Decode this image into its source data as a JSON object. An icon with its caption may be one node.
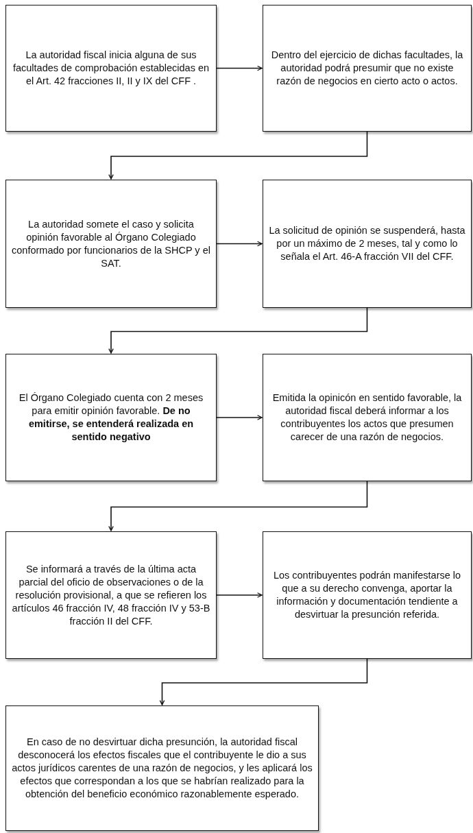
{
  "diagram": {
    "nodes": [
      {
        "text": [
          "La autoridad fiscal inicia alguna de sus facultades de comprobación establecidas en el Art. 42 fracciones II, II y IX del CFF ."
        ]
      },
      {
        "text": [
          "Dentro del ejercicio de dichas facultades, la autoridad podrá presumir que no existe razón de negocios en cierto acto o actos."
        ]
      },
      {
        "text": [
          "La autoridad somete el caso y solicita opinión favorable al Órgano Colegiado conformado por funcionarios de la SHCP y el SAT."
        ]
      },
      {
        "text": [
          "La solicitud de opinión se suspenderá, hasta por un máximo de 2 meses, tal y como lo señala el Art. 46-A fracción VII del CFF."
        ]
      },
      {
        "text": [
          "El Órgano Colegiado cuenta con 2 meses para emitir opinión favorable. **De no emitirse, se entenderá realizada en sentido negativo**"
        ]
      },
      {
        "text": [
          "Emitida la opinicón en sentido favorable, la autoridad fiscal deberá informar a los contribuyentes los actos que presumen carecer de una razón de negocios."
        ]
      },
      {
        "text": [
          "Se informará a través de la última acta parcial del oficio de observaciones o de la resolución provisional, a que se refieren los artículos 46 fracción IV, 48 fracción IV y 53-B fracción II del CFF."
        ]
      },
      {
        "text": [
          "Los contribuyentes podrán manifestarse lo que a su derecho convenga, aportar la información y documentación tendiente a desvirtuar la presunción referida."
        ]
      },
      {
        "text": [
          "En caso de no desvirtuar dicha presunción, la autoridad fiscal desconocerá los efectos fiscales que el contribuyente le dio a sus actos jurídicos carentes de una razón de negocios, y les aplicará los efectos que correspondan a los que se habrían realizado para la obtención del beneficio económico razonablemente esperado."
        ]
      }
    ],
    "edges": [
      {
        "from": 0,
        "to": 1,
        "arrow": "to"
      },
      {
        "from": 1,
        "to": 2,
        "arrow": "to"
      },
      {
        "from": 2,
        "to": 3,
        "arrow": "to"
      },
      {
        "from": 3,
        "to": 4,
        "arrow": "to"
      },
      {
        "from": 4,
        "to": 5,
        "arrow": "to"
      },
      {
        "from": 5,
        "to": 6,
        "arrow": "to"
      },
      {
        "from": 6,
        "to": 7,
        "arrow": "to"
      },
      {
        "from": 7,
        "to": 8,
        "arrow": "to"
      }
    ]
  }
}
